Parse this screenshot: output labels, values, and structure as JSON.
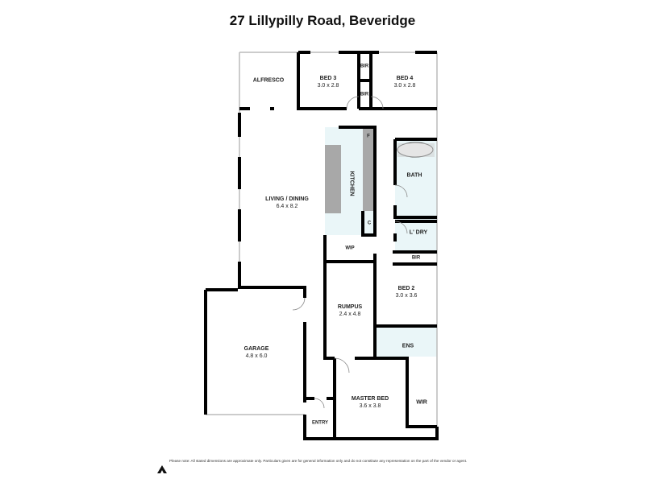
{
  "title": "27 Lillypilly Road, Beveridge",
  "rooms": {
    "alfresco": {
      "name": "ALFRESCO"
    },
    "bed3": {
      "name": "BED 3",
      "dim": "3.0 x 2.8"
    },
    "bed4": {
      "name": "BED 4",
      "dim": "3.0 x 2.8"
    },
    "bir_top": {
      "name": "BIR"
    },
    "bir_mid": {
      "name": "BIR"
    },
    "living": {
      "name": "LIVING / DINING",
      "dim": "6.4 x 8.2"
    },
    "kitchen": {
      "name": "KITCHEN"
    },
    "fridge": {
      "name": "F"
    },
    "cupboard": {
      "name": "C"
    },
    "bath": {
      "name": "BATH"
    },
    "laundry": {
      "name": "L' DRY"
    },
    "wip": {
      "name": "WIP"
    },
    "bir_bed2": {
      "name": "BIR"
    },
    "bed2": {
      "name": "BED 2",
      "dim": "3.0 x 3.6"
    },
    "rumpus": {
      "name": "RUMPUS",
      "dim": "2.4 x 4.8"
    },
    "garage": {
      "name": "GARAGE",
      "dim": "4.8 x 6.0"
    },
    "ens": {
      "name": "ENS"
    },
    "master": {
      "name": "MASTER BED",
      "dim": "3.6 x 3.8"
    },
    "wir": {
      "name": "WIR"
    },
    "entry": {
      "name": "ENTRY"
    }
  },
  "note": "Please note: All stated dimensions are approximate only. Particulars given are for general information only and do not constitute any representation on the part of the vendor or agent.",
  "colors": {
    "wall": "#000000",
    "wet": "#eaf6f8",
    "bench": "#a8a8a8"
  }
}
